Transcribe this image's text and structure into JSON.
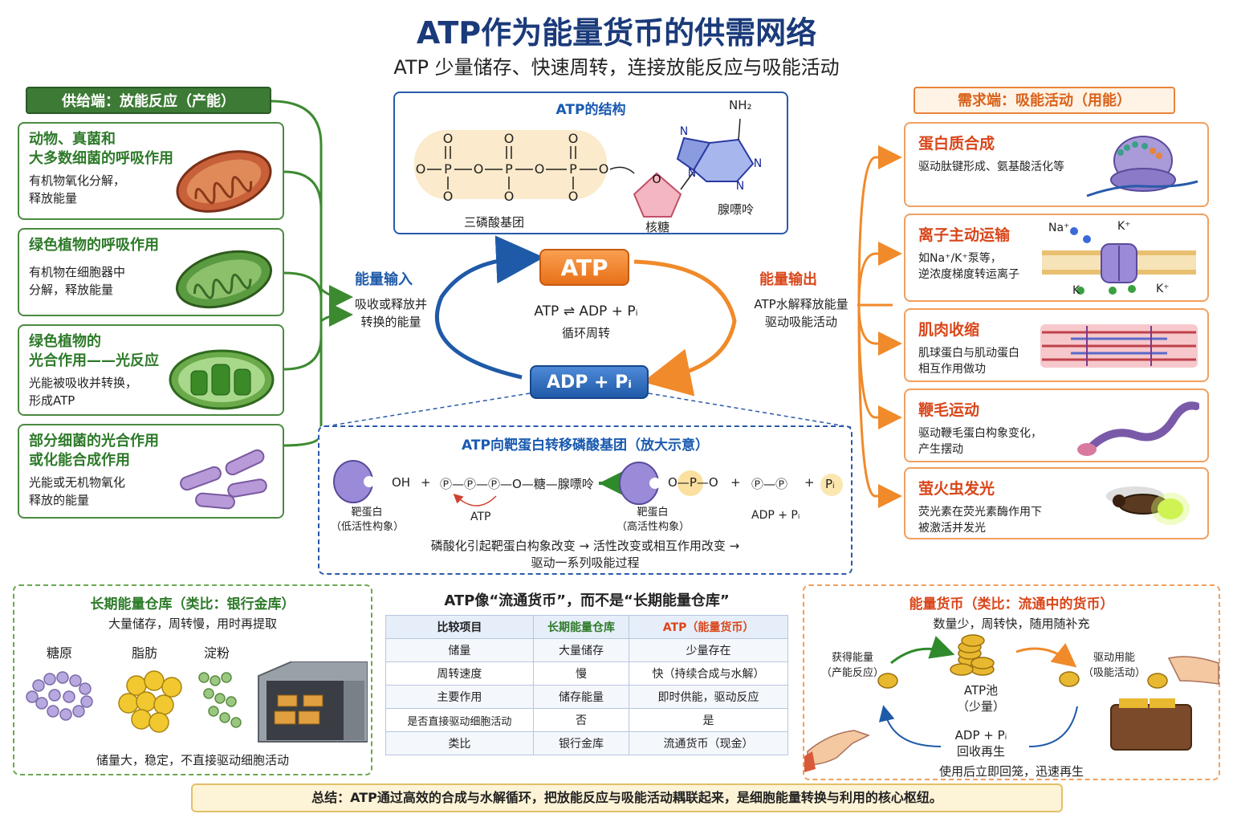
{
  "title": "ATP作为能量货币的供需网络",
  "subtitle": "ATP 少量储存、快速周转，连接放能反应与吸能活动",
  "supply": {
    "header": "供给端：放能反应（产能）",
    "items": [
      {
        "h1": "动物、真菌和",
        "h2": "大多数细菌的呼吸作用",
        "d1": "有机物氧化分解，",
        "d2": "释放能量"
      },
      {
        "h1": "绿色植物的呼吸作用",
        "h2": "",
        "d1": "有机物在细胞器中",
        "d2": "分解，释放能量"
      },
      {
        "h1": "绿色植物的",
        "h2": "光合作用——光反应",
        "d1": "光能被吸收并转换，",
        "d2": "形成ATP"
      },
      {
        "h1": "部分细菌的光合作用",
        "h2": "或化能合成作用",
        "d1": "光能或无机物氧化",
        "d2": "释放的能量"
      }
    ]
  },
  "demand": {
    "header": "需求端：吸能活动（用能）",
    "items": [
      {
        "h": "蛋白质合成",
        "d1": "驱动肽键形成、氨基酸活化等",
        "d2": ""
      },
      {
        "h": "离子主动运输",
        "d1": "如Na⁺/K⁺泵等，",
        "d2": "逆浓度梯度转运离子"
      },
      {
        "h": "肌肉收缩",
        "d1": "肌球蛋白与肌动蛋白",
        "d2": "相互作用做功"
      },
      {
        "h": "鞭毛运动",
        "d1": "驱动鞭毛蛋白构象变化，",
        "d2": "产生摆动"
      },
      {
        "h": "萤火虫发光",
        "d1": "荧光素在荧光素酶作用下",
        "d2": "被激活并发光"
      }
    ],
    "ion_labels": {
      "na_top": "Na⁺",
      "k_top": "K⁺",
      "k_bottom_left": "K",
      "k_bottom_right": "K⁺"
    }
  },
  "structure": {
    "title": "ATP的结构",
    "phosphate_label": "三磷酸基团",
    "sugar_label": "核糖",
    "base_label": "腺嘌呤",
    "nh2": "NH₂",
    "atoms": {
      "o": "O",
      "p": "P",
      "n": "N"
    }
  },
  "cycle": {
    "input_label": "能量输入",
    "input_desc1": "吸收或释放并",
    "input_desc2": "转换的能量",
    "output_label": "能量输出",
    "output_desc1": "ATP水解释放能量",
    "output_desc2": "驱动吸能活动",
    "atp": "ATP",
    "adp": "ADP + Pᵢ",
    "equation": "ATP ⇌ ADP + Pᵢ",
    "equation_sub": "循环周转"
  },
  "transfer": {
    "title": "ATP向靶蛋白转移磷酸基团（放大示意）",
    "oh": "OH",
    "plus": "+",
    "chain": "Ⓟ—Ⓟ—Ⓟ—O—糖—腺嘌呤",
    "atp_label": "ATP",
    "target_low1": "靶蛋白",
    "target_low2": "（低活性构象）",
    "target_high1": "靶蛋白",
    "target_high2": "（高活性构象）",
    "adp_chain": "Ⓟ—Ⓟ",
    "adp_label": "ADP + Pᵢ",
    "pi": "Pᵢ",
    "note1": "磷酸化引起靶蛋白构象改变 → 活性改变或相互作用改变 →",
    "note2": "驱动一系列吸能过程"
  },
  "storage": {
    "title": "长期能量仓库（类比：银行金库）",
    "desc": "大量储存，周转慢，用时再提取",
    "items": [
      "糖原",
      "脂肪",
      "淀粉"
    ],
    "footer": "储量大，稳定，不直接驱动细胞活动"
  },
  "compare": {
    "title": "ATP像“流通货币”，而不是“长期能量仓库”",
    "headers": [
      "比较项目",
      "长期能量仓库",
      "ATP（能量货币）"
    ],
    "rows": [
      [
        "储量",
        "大量储存",
        "少量存在"
      ],
      [
        "周转速度",
        "慢",
        "快（持续合成与水解）"
      ],
      [
        "主要作用",
        "储存能量",
        "即时供能，驱动反应"
      ],
      [
        "是否直接驱动细胞活动",
        "否",
        "是"
      ],
      [
        "类比",
        "银行金库",
        "流通货币（现金）"
      ]
    ]
  },
  "currency": {
    "title": "能量货币（类比：流通中的货币）",
    "desc": "数量少，周转快，随用随补充",
    "gain1": "获得能量",
    "gain2": "（产能反应）",
    "use1": "驱动用能",
    "use2": "（吸能活动）",
    "pool1": "ATP池",
    "pool2": "（少量）",
    "recycle1": "ADP + Pᵢ",
    "recycle2": "回收再生",
    "footer": "使用后立即回笼，迅速再生"
  },
  "summary": "总结：ATP通过高效的合成与水解循环，把放能反应与吸能活动耦联起来，是细胞能量转换与利用的核心枢纽。",
  "colors": {
    "supply": "#3c7a35",
    "demand": "#e8843a",
    "atp": "#e8701a",
    "adp": "#1f5aa8",
    "title": "#1a3a7a"
  }
}
